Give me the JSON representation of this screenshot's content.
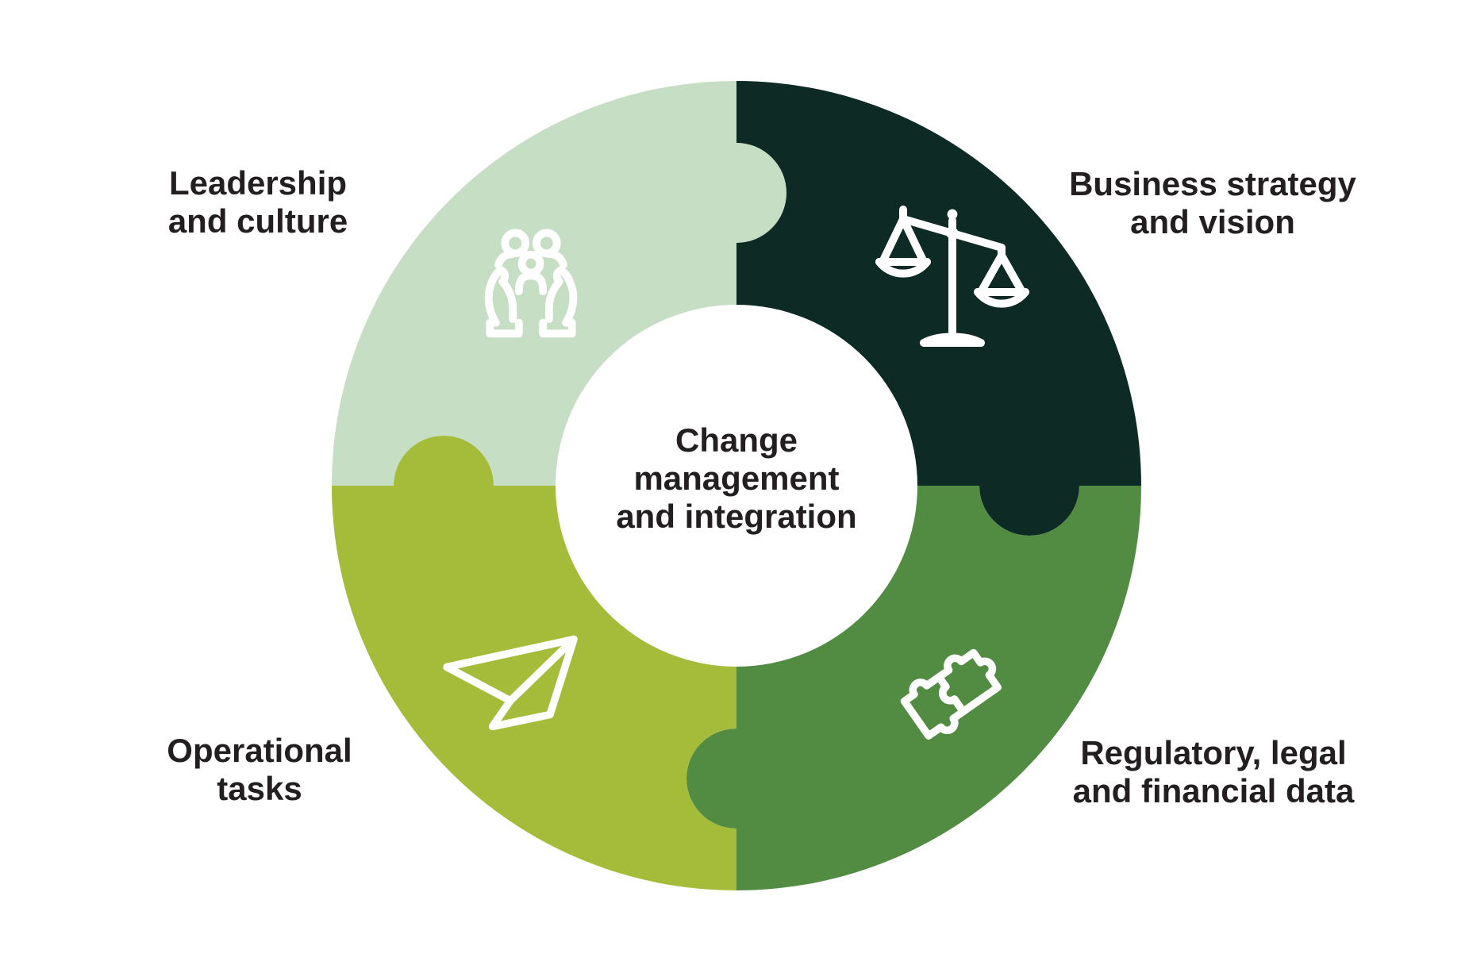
{
  "center": {
    "lines": [
      "Change",
      "management",
      "and integration"
    ]
  },
  "segments": [
    {
      "name": "leadership-and-culture",
      "label": [
        "Leadership",
        "and culture"
      ],
      "color": "#c6dec3",
      "icon": "family-in-hands-icon"
    },
    {
      "name": "business-strategy-and-vision",
      "label": [
        "Business strategy",
        "and vision"
      ],
      "color": "#0d2a25",
      "icon": "scales-icon"
    },
    {
      "name": "regulatory-legal-and-financial-data",
      "label": [
        "Regulatory, legal",
        "and financial data"
      ],
      "color": "#518c42",
      "icon": "puzzle-pieces-icon"
    },
    {
      "name": "operational-tasks",
      "label": [
        "Operational",
        "tasks"
      ],
      "color": "#a4bc3a",
      "icon": "paper-plane-icon"
    }
  ],
  "colors": {
    "text": "#231f20",
    "icon": "#ffffff",
    "background": "#ffffff"
  }
}
